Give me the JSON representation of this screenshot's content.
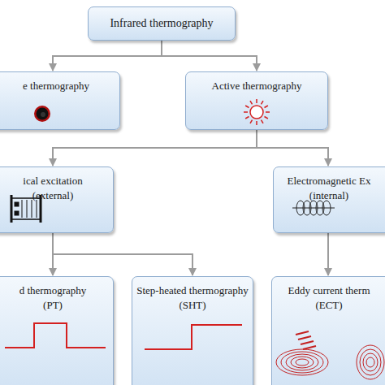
{
  "diagram": {
    "nodes": [
      {
        "text": [
          "Infrared thermography"
        ]
      },
      {
        "text": [
          "e thermography"
        ]
      },
      {
        "text": [
          "Active thermography"
        ]
      },
      {
        "text": [
          "ical excitation",
          "(external)"
        ]
      },
      {
        "text": [
          "Electromagnetic Ex",
          "(internal)"
        ]
      },
      {
        "text": [
          "d thermography",
          "(PT)"
        ]
      },
      {
        "text": [
          "Step-heated thermography",
          "(SHT)"
        ]
      },
      {
        "text": [
          "Eddy current therm",
          "(ECT)"
        ]
      }
    ],
    "edges": [
      {
        "from": 0,
        "to": 1,
        "arrow": "to"
      },
      {
        "from": 0,
        "to": 2,
        "arrow": "to"
      },
      {
        "from": 2,
        "to": 3,
        "arrow": "to"
      },
      {
        "from": 2,
        "to": 4,
        "arrow": "to"
      },
      {
        "from": 3,
        "to": 5,
        "arrow": "to"
      },
      {
        "from": 3,
        "to": 6,
        "arrow": "to"
      },
      {
        "from": 4,
        "to": 7,
        "arrow": "to"
      }
    ]
  }
}
